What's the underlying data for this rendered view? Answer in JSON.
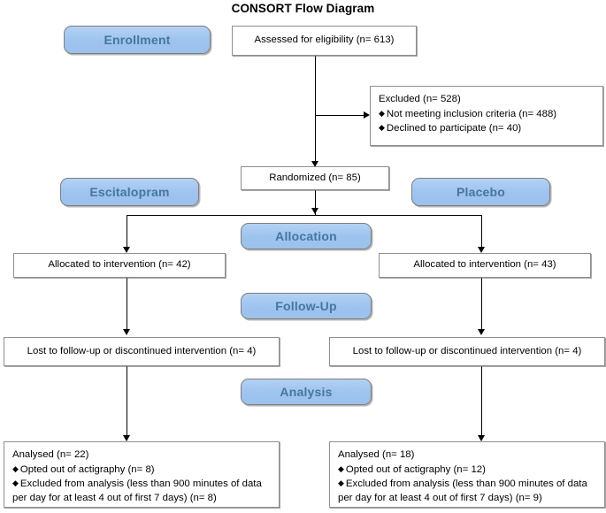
{
  "title": "CONSORT Flow Diagram",
  "stages": {
    "enrollment": "Enrollment",
    "allocation": "Allocation",
    "followup": "Follow-Up",
    "analysis": "Analysis"
  },
  "arms": {
    "left": "Escitalopram",
    "right": "Placebo"
  },
  "nodes": {
    "assessed": "Assessed for eligibility (n= 613)",
    "excluded": {
      "header": "Excluded (n= 528)",
      "bullets": [
        "Not meeting inclusion criteria (n= 488)",
        "Declined to participate (n= 40)"
      ]
    },
    "randomized": "Randomized (n= 85)",
    "allocated_left": "Allocated to intervention (n= 42)",
    "allocated_right": "Allocated to intervention (n= 43)",
    "lost_left": "Lost to follow-up or discontinued intervention (n= 4)",
    "lost_right": "Lost to follow-up or discontinued intervention (n= 4)",
    "analysed_left": {
      "header": "Analysed (n= 22)",
      "bullets": [
        "Opted out of actigraphy (n= 8)",
        "Excluded from analysis (less than 900 minutes of data per day for at least 4 out of first 7 days) (n= 8)"
      ]
    },
    "analysed_right": {
      "header": "Analysed (n= 18)",
      "bullets": [
        "Opted out of actigraphy (n= 12)",
        "Excluded from analysis (less than 900 minutes of data per day for at least 4 out of first 7 days) (n= 9)"
      ]
    }
  },
  "symbols": {
    "bullet": "◆"
  },
  "colors": {
    "stage_fill": "#a6c9f0",
    "stage_text": "#45779f",
    "box_border": "#8f8f8f",
    "connector": "#000000"
  }
}
